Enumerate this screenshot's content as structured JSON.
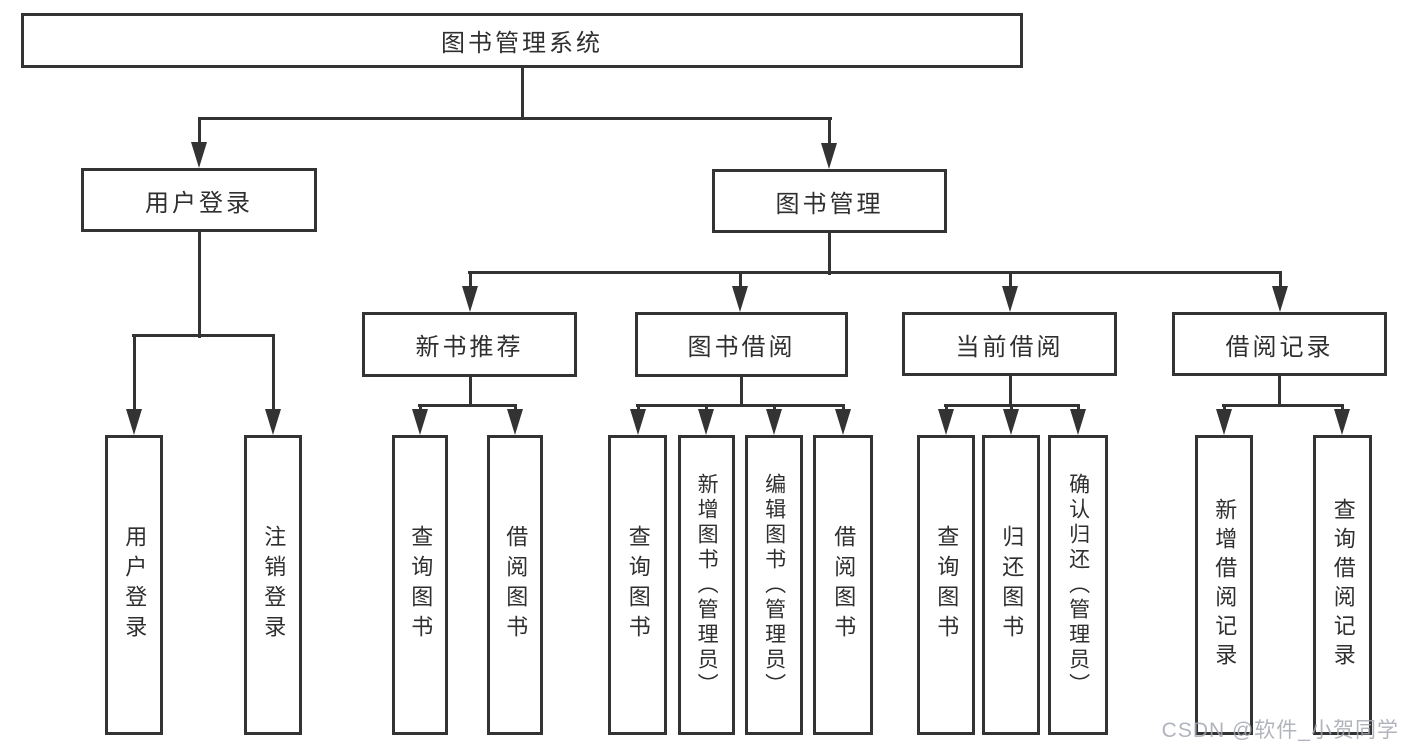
{
  "diagram": {
    "root": {
      "label": "图书管理系统"
    },
    "level2": [
      {
        "label": "用户登录",
        "children": [
          {
            "label": "用户登录"
          },
          {
            "label": "注销登录"
          }
        ]
      },
      {
        "label": "图书管理"
      }
    ],
    "level3": [
      {
        "label": "新书推荐",
        "children": [
          {
            "label": "查询图书"
          },
          {
            "label": "借阅图书"
          }
        ]
      },
      {
        "label": "图书借阅",
        "children": [
          {
            "label": "查询图书"
          },
          {
            "label": "新增图书（管理员）"
          },
          {
            "label": "编辑图书（管理员）"
          },
          {
            "label": "借阅图书"
          }
        ]
      },
      {
        "label": "当前借阅",
        "children": [
          {
            "label": "查询图书"
          },
          {
            "label": "归还图书"
          },
          {
            "label": "确认归还（管理员）"
          }
        ]
      },
      {
        "label": "借阅记录",
        "children": [
          {
            "label": "新增借阅记录"
          },
          {
            "label": "查询借阅记录"
          }
        ]
      }
    ]
  },
  "watermark": {
    "text": "CSDN @软件_小贺同学"
  },
  "colors": {
    "line": "#333333",
    "text": "#2f2f2f",
    "background": "#ffffff",
    "watermark": "#a5a7b2"
  }
}
